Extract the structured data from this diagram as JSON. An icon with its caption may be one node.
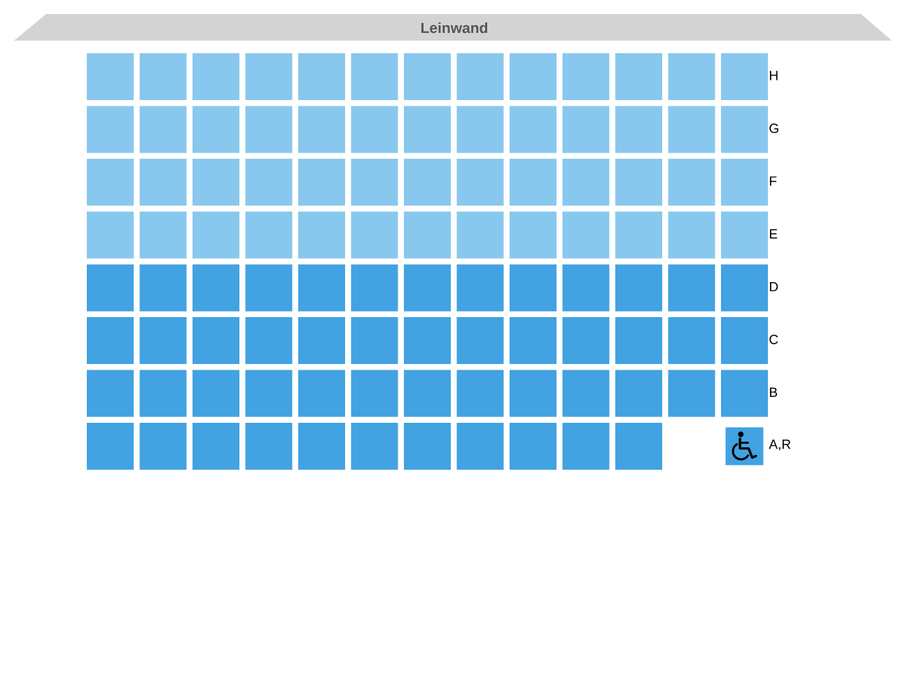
{
  "diagram": {
    "nodes": [
      {
        "text": [
          "Leinwand"
        ]
      },
      {
        "text": [],
        "shape": "box"
      },
      {
        "text": [],
        "shape": "box"
      },
      {
        "text": [],
        "shape": "box"
      },
      {
        "text": [],
        "shape": "box"
      },
      {
        "text": [],
        "shape": "box"
      },
      {
        "text": [],
        "shape": "box"
      },
      {
        "text": [],
        "shape": "box"
      },
      {
        "text": [],
        "shape": "box"
      },
      {
        "text": [],
        "shape": "box"
      },
      {
        "text": [],
        "shape": "box"
      },
      {
        "text": [],
        "shape": "box"
      },
      {
        "text": [],
        "shape": "box"
      },
      {
        "text": [],
        "shape": "box"
      },
      {
        "text": [],
        "shape": "box"
      },
      {
        "text": [],
        "shape": "box"
      },
      {
        "text": [],
        "shape": "box"
      },
      {
        "text": [],
        "shape": "box"
      },
      {
        "text": [],
        "shape": "box"
      },
      {
        "text": [],
        "shape": "box"
      },
      {
        "text": [],
        "shape": "box"
      },
      {
        "text": [],
        "shape": "box"
      },
      {
        "text": [],
        "shape": "box"
      },
      {
        "text": [],
        "shape": "box"
      },
      {
        "text": [],
        "shape": "box"
      },
      {
        "text": [],
        "shape": "box"
      },
      {
        "text": [],
        "shape": "box"
      },
      {
        "text": [],
        "shape": "box"
      },
      {
        "text": [],
        "shape": "box"
      },
      {
        "text": [],
        "shape": "box"
      },
      {
        "text": [],
        "shape": "box"
      },
      {
        "text": [],
        "shape": "box"
      },
      {
        "text": [],
        "shape": "box"
      },
      {
        "text": [],
        "shape": "box"
      },
      {
        "text": [],
        "shape": "box"
      },
      {
        "text": [],
        "shape": "box"
      },
      {
        "text": [],
        "shape": "box"
      },
      {
        "text": [],
        "shape": "box"
      },
      {
        "text": [],
        "shape": "box"
      },
      {
        "text": [],
        "shape": "box"
      },
      {
        "text": [],
        "shape": "box"
      },
      {
        "text": [],
        "shape": "box"
      },
      {
        "text": [],
        "shape": "box"
      },
      {
        "text": [],
        "shape": "box"
      },
      {
        "text": [],
        "shape": "box"
      },
      {
        "text": [],
        "shape": "box"
      },
      {
        "text": [],
        "shape": "box"
      },
      {
        "text": [],
        "shape": "box"
      },
      {
        "text": [],
        "shape": "box"
      },
      {
        "text": [],
        "shape": "box"
      },
      {
        "text": [],
        "shape": "box"
      },
      {
        "text": [],
        "shape": "box"
      },
      {
        "text": [],
        "shape": "box"
      },
      {
        "text": [],
        "shape": "box"
      },
      {
        "text": [],
        "shape": "box"
      },
      {
        "text": [],
        "shape": "box"
      },
      {
        "text": [],
        "shape": "box"
      },
      {
        "text": [],
        "shape": "box"
      },
      {
        "text": [],
        "shape": "box"
      },
      {
        "text": [],
        "shape": "box"
      },
      {
        "text": [],
        "shape": "box"
      },
      {
        "text": [],
        "shape": "box"
      },
      {
        "text": [],
        "shape": "box"
      },
      {
        "text": [],
        "shape": "box"
      },
      {
        "text": [],
        "shape": "box"
      },
      {
        "text": [],
        "shape": "box"
      },
      {
        "text": [],
        "shape": "box"
      },
      {
        "text": [],
        "shape": "box"
      },
      {
        "text": [],
        "shape": "box"
      },
      {
        "text": [],
        "shape": "box"
      },
      {
        "text": [],
        "shape": "box"
      },
      {
        "text": [],
        "shape": "box"
      },
      {
        "text": [],
        "shape": "box"
      },
      {
        "text": [],
        "shape": "box"
      },
      {
        "text": [],
        "shape": "box"
      },
      {
        "text": [],
        "shape": "box"
      },
      {
        "text": [],
        "shape": "box"
      },
      {
        "text": [],
        "shape": "box"
      },
      {
        "text": [],
        "shape": "box"
      },
      {
        "text": [],
        "shape": "box"
      },
      {
        "text": [],
        "shape": "box"
      },
      {
        "text": [],
        "shape": "box"
      },
      {
        "text": [],
        "shape": "box"
      },
      {
        "text": [],
        "shape": "box"
      },
      {
        "text": [],
        "shape": "box"
      },
      {
        "text": [],
        "shape": "box"
      },
      {
        "text": [],
        "shape": "box"
      },
      {
        "text": [],
        "shape": "box"
      },
      {
        "text": [],
        "shape": "box"
      },
      {
        "text": [],
        "shape": "box"
      },
      {
        "text": [],
        "shape": "box"
      },
      {
        "text": [],
        "shape": "box"
      },
      {
        "text": [],
        "shape": "box"
      },
      {
        "text": [],
        "shape": "box"
      },
      {
        "text": [],
        "shape": "box"
      },
      {
        "text": [],
        "shape": "box"
      },
      {
        "text": [],
        "shape": "box"
      },
      {
        "text": [],
        "shape": "box"
      },
      {
        "text": [],
        "shape": "box"
      },
      {
        "text": [],
        "shape": "box"
      },
      {
        "text": [],
        "shape": "box"
      },
      {
        "text": [],
        "shape": "box"
      },
      {
        "text": [],
        "shape": "box"
      },
      {
        "text": [],
        "shape": "picture"
      }
    ],
    "labels": [
      "H",
      "G",
      "F",
      "E",
      "D",
      "C",
      "B",
      "A,R"
    ]
  }
}
